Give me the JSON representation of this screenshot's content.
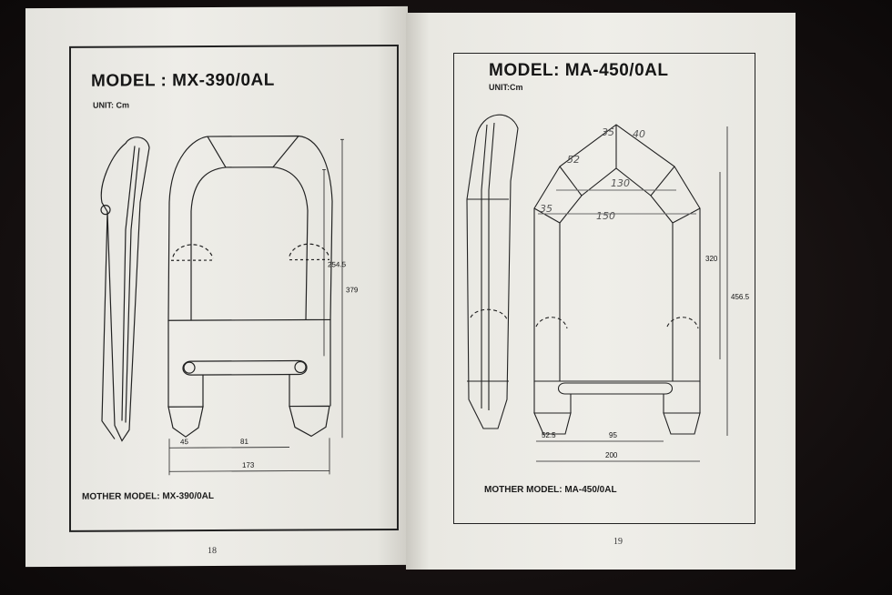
{
  "left_page": {
    "title": "MODEL : MX-390/0AL",
    "unit": "UNIT: Cm",
    "dimensions": {
      "height_inner": "254.5",
      "height_total": "379",
      "width_tube": "45",
      "width_inner": "81",
      "width_total": "173"
    },
    "mother_model": "MOTHER MODEL:  MX-390/0AL",
    "page_number": "18"
  },
  "right_page": {
    "title": "MODEL: MA-450/0AL",
    "unit": "UNIT:Cm",
    "dimensions": {
      "height_inner": "320",
      "height_total": "456.5",
      "width_tube": "52.5",
      "width_inner": "95",
      "width_total": "200"
    },
    "handwritten": [
      "35",
      "40",
      "52",
      "130",
      "150",
      "35"
    ],
    "mother_model": "MOTHER MODEL: MA-450/0AL",
    "page_number": "19"
  },
  "colors": {
    "ink": "#161616",
    "paper": "#ecebe6",
    "background": "#1a1414"
  }
}
